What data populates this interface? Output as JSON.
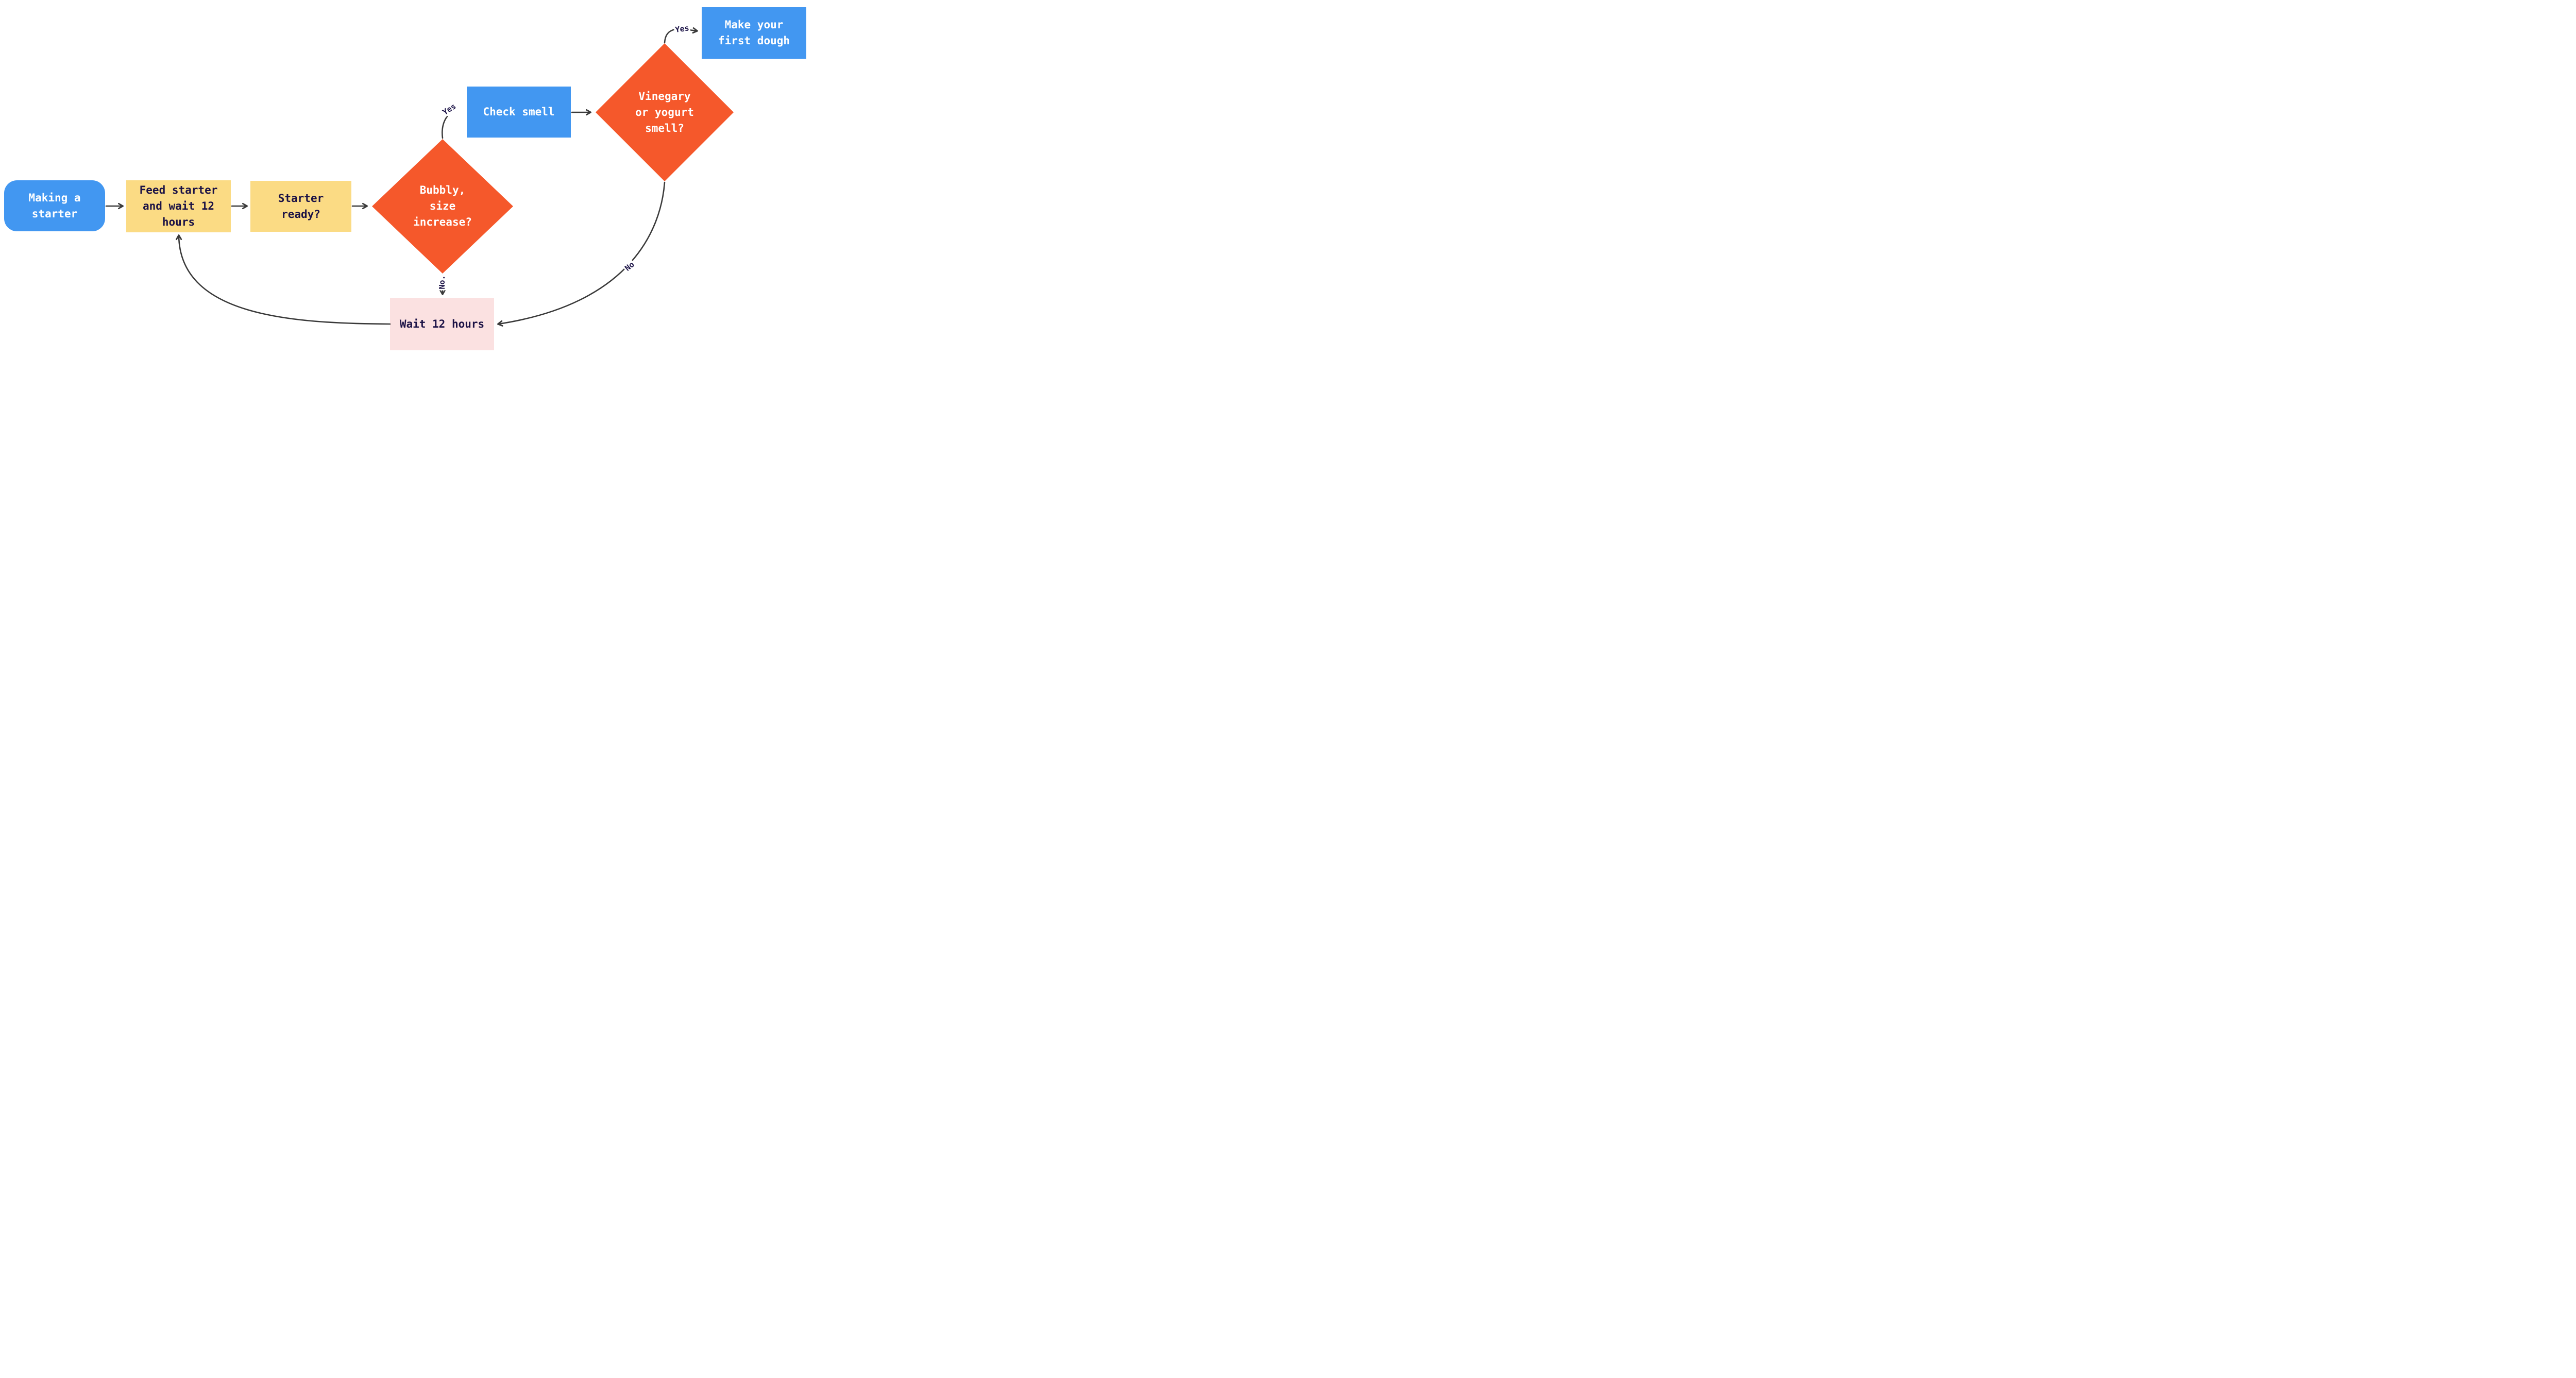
{
  "colors": {
    "process_blue": "#4297F1",
    "step_yellow": "#FBDB84",
    "decision_orange": "#F5582B",
    "wait_pink": "#FBE1E1",
    "text_navy": "#1A1145",
    "text_white": "#FFFFFF",
    "edge_gray": "#3A3A3A",
    "canvas_white": "#FFFFFF"
  },
  "nodes": [
    {
      "id": "start",
      "shape": "rounded-rectangle",
      "color": "blue",
      "label": "Making a\nstarter"
    },
    {
      "id": "feed",
      "shape": "rectangle",
      "color": "yellow",
      "label": "Feed starter\nand wait 12\nhours"
    },
    {
      "id": "ready",
      "shape": "rectangle",
      "color": "yellow",
      "label": "Starter\nready?"
    },
    {
      "id": "bubbly",
      "shape": "diamond",
      "color": "orange",
      "label": "Bubbly,\nsize\nincrease?"
    },
    {
      "id": "check",
      "shape": "rectangle",
      "color": "blue",
      "label": "Check smell"
    },
    {
      "id": "vinegar",
      "shape": "diamond",
      "color": "orange",
      "label": "Vinegary\nor yogurt\nsmell?"
    },
    {
      "id": "dough",
      "shape": "rectangle",
      "color": "blue",
      "label": "Make your\nfirst dough"
    },
    {
      "id": "wait",
      "shape": "rectangle",
      "color": "pink",
      "label": "Wait 12 hours"
    }
  ],
  "edge_labels": {
    "bubbly_yes_to_check": "Yes",
    "vinegar_yes_to_dough": "Yes",
    "vinegar_no_to_wait": "No",
    "bubbly_no_to_wait": "No."
  }
}
